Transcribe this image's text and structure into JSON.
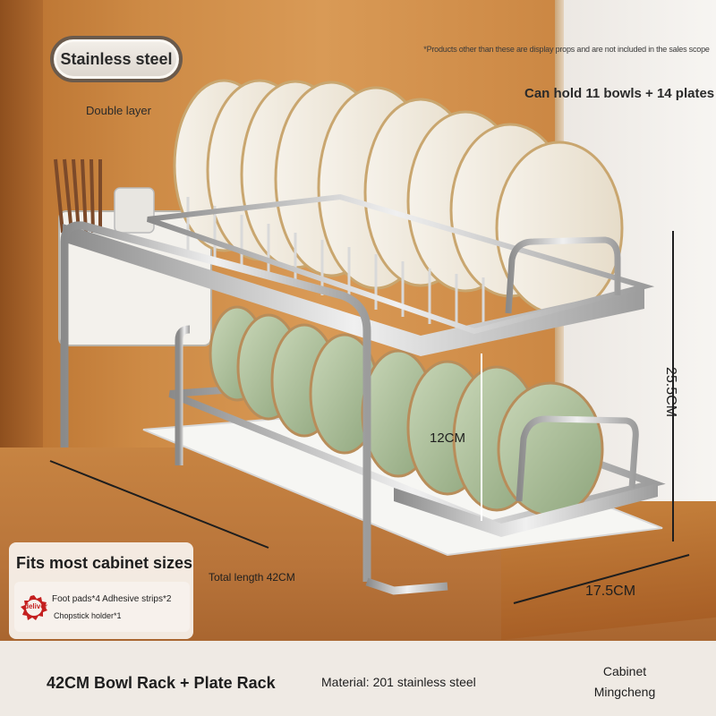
{
  "badge": {
    "label": "Stainless steel"
  },
  "subtitle": "Double layer",
  "disclaimer": "*Products other than these are display props and are not included in the sales scope",
  "capacity": "Can hold 11 bowls + 14 plates",
  "dimensions": {
    "height": "25.5CM",
    "inner_height": "12CM",
    "depth": "17.5CM",
    "total_length": "Total length 42CM"
  },
  "accessories": {
    "title": "Fits most cabinet sizes",
    "icon_label": "deliver",
    "icon": "delivery-seal-icon",
    "line1": "Foot pads*4 Adhesive strips*2",
    "line2": "Chopstick holder*1"
  },
  "footer": {
    "product": "42CM Bowl Rack + Plate Rack",
    "material": "Material: 201 stainless steel",
    "brand_line1": "Cabinet",
    "brand_line2": "Mingcheng"
  },
  "colors": {
    "accent_red": "#c41f1f",
    "wood": "#c78442",
    "steel": "#c9c9c9"
  }
}
